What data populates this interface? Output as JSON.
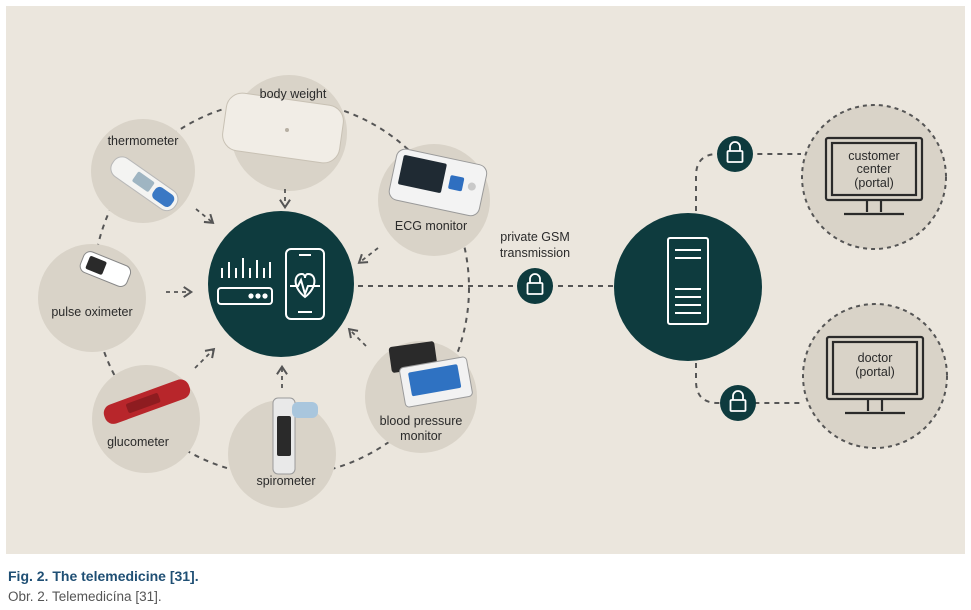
{
  "diagram": {
    "devices": {
      "body_weight": "body weight",
      "thermometer": "thermometer",
      "ecg_monitor": "ECG monitor",
      "pulse_oximeter": "pulse oximeter",
      "glucometer": "glucometer",
      "spirometer": "spirometer",
      "blood_pressure_line1": "blood pressure",
      "blood_pressure_line2": "monitor"
    },
    "transmission_line1": "private GSM",
    "transmission_line2": "transmission",
    "portals": {
      "customer_line1": "customer",
      "customer_line2": "center",
      "customer_line3": "(portal)",
      "doctor_line1": "doctor",
      "doctor_line2": "(portal)"
    },
    "colors": {
      "background": "#ebe6dd",
      "hub": "#0e3b3e",
      "device_circle": "#d9d3c8",
      "dashed_line": "#555555"
    }
  },
  "caption": {
    "title": "Fig. 2. The telemedicine [31].",
    "subtitle": "Obr. 2. Telemedicína [31]."
  }
}
